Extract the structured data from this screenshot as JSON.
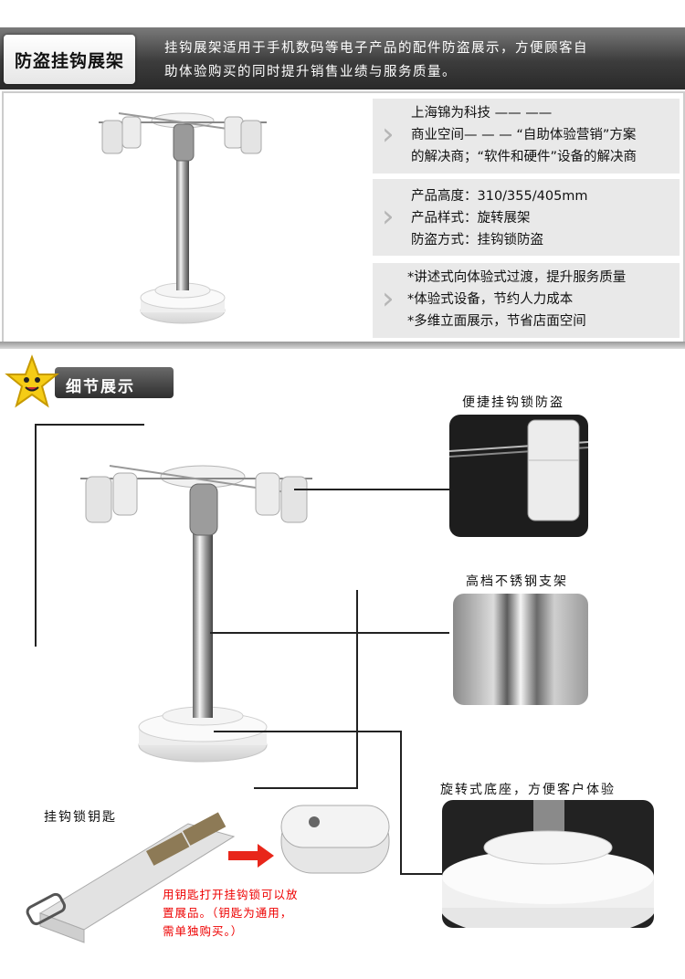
{
  "header": {
    "title": "防盗挂钩展架",
    "description_line1": "挂钩展架适用于手机数码等电子产品的配件防盗展示，方便顾客自",
    "description_line2": "助体验购买的同时提升销售业绩与服务质量。"
  },
  "info_blocks": [
    {
      "lines": [
        "上海锦为科技 —— ——",
        "商业空间— — — “自助体验营销”方案",
        "的解决商；“软件和硬件”设备的解决商"
      ]
    },
    {
      "lines": [
        "产品高度：310/355/405mm",
        "产品样式：旋转展架",
        "防盗方式：挂钩锁防盗"
      ]
    },
    {
      "lines": [
        "*讲述式向体验式过渡，提升服务质量",
        "*体验式设备，节约人力成本",
        "*多维立面展示，节省店面空间"
      ]
    }
  ],
  "section": {
    "title": "细节展示"
  },
  "details": {
    "lock_caption": "便捷挂钩锁防盗",
    "pole_caption": "高档不锈钢支架",
    "base_caption": "旋转式底座，方便客户体验",
    "key_caption": "挂钩锁钥匙",
    "note_line1": "用钥匙打开挂钩锁可以放",
    "note_line2": "置展品。（钥匙为通用，",
    "note_line3": "需单独购买。）"
  },
  "icons": {
    "chevron": "chevron-right-icon",
    "star": "star-mascot-icon",
    "arrow": "arrow-right-icon"
  },
  "colors": {
    "header_bg": "#3c3c3c",
    "info_bg": "#e9e9e9",
    "note_red": "#e00000",
    "arrow_red": "#e8261a"
  }
}
